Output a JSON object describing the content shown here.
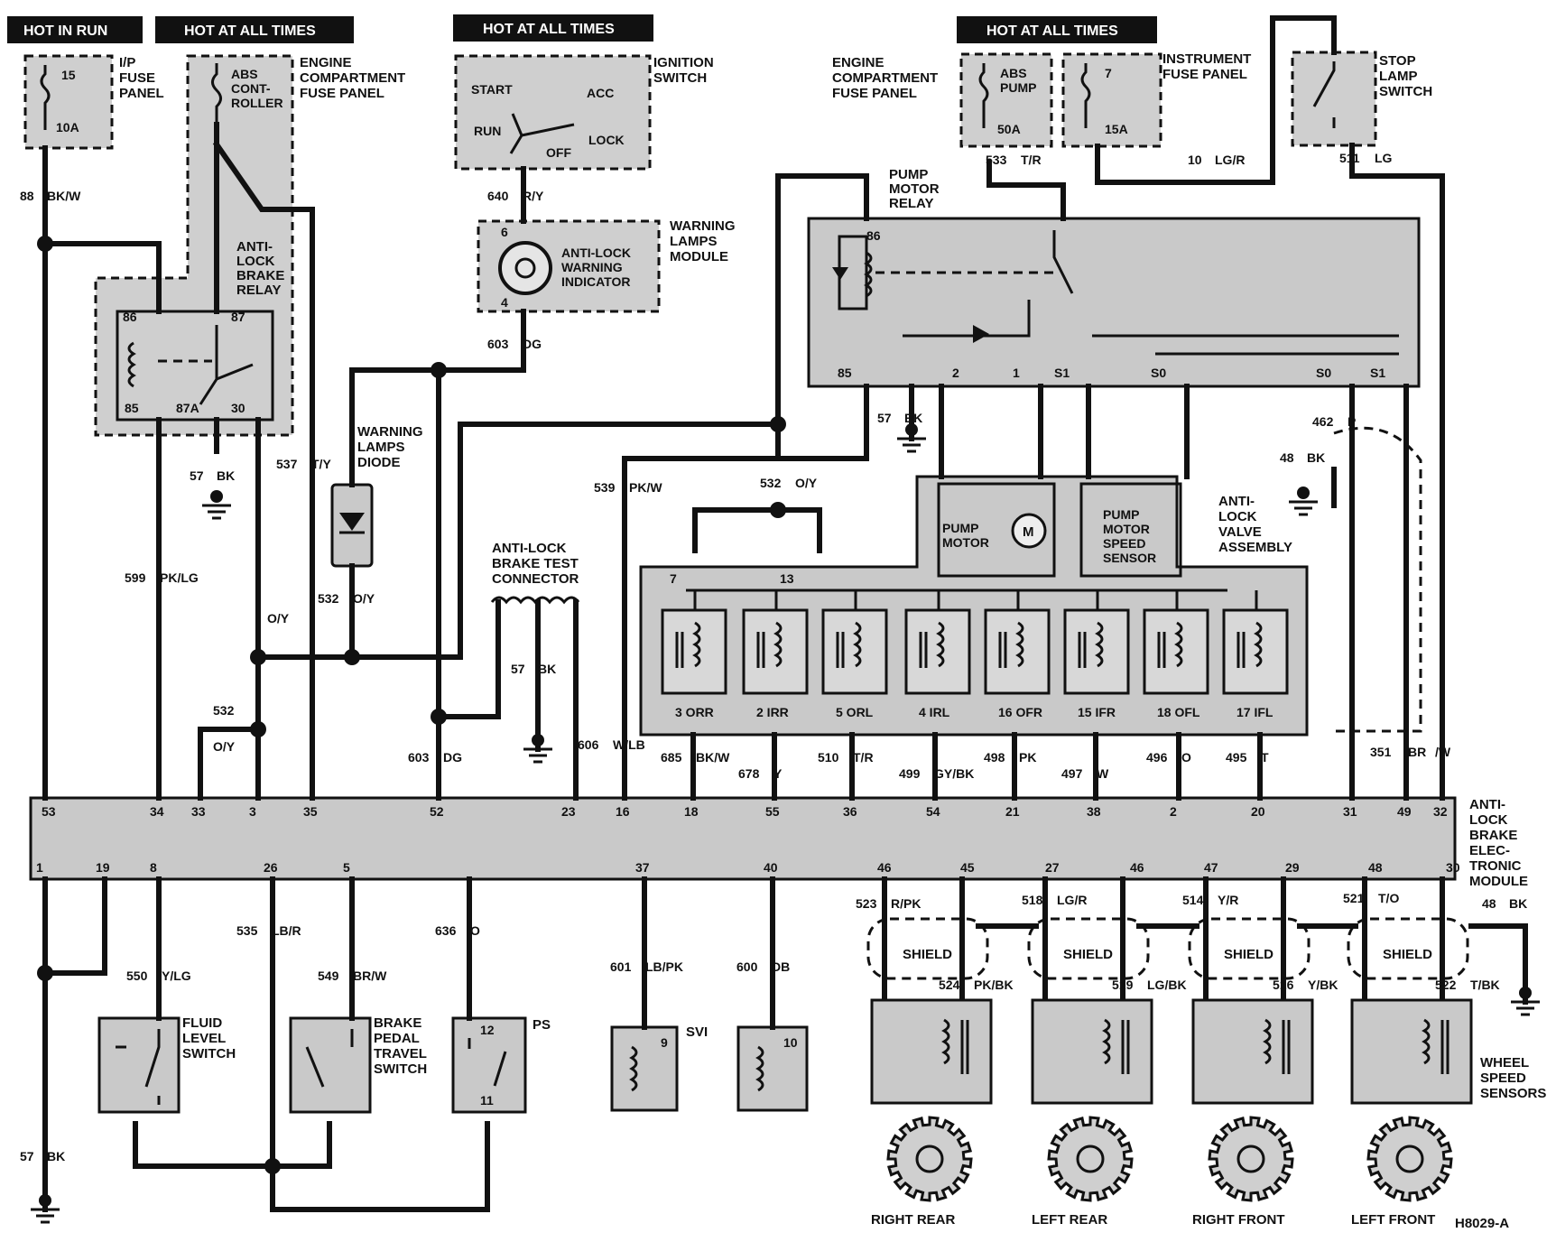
{
  "headers": {
    "hot_in_run": "HOT IN RUN",
    "hot_at_all_times_1": "HOT AT ALL TIMES",
    "hot_at_all_times_2": "HOT AT ALL TIMES",
    "hot_at_all_times_3": "HOT AT ALL TIMES"
  },
  "components": {
    "ip_fuse_panel": [
      "I/P",
      "FUSE",
      "PANEL"
    ],
    "ip_fuse": [
      "15",
      "10A"
    ],
    "eng_fuse_panel_1": [
      "ENGINE",
      "COMPARTMENT",
      "FUSE PANEL"
    ],
    "abs_controller_fuse": [
      "ABS",
      "CONT-",
      "ROLLER"
    ],
    "abs_relay": [
      "ANTI-",
      "LOCK",
      "BRAKE",
      "RELAY"
    ],
    "abs_relay_pins": [
      "86",
      "87",
      "85",
      "87A",
      "30"
    ],
    "ignition_switch": [
      "IGNITION",
      "SWITCH"
    ],
    "ignition_positions": [
      "START",
      "ACC",
      "RUN",
      "OFF",
      "LOCK"
    ],
    "warning_lamps_module": [
      "WARNING",
      "LAMPS",
      "MODULE"
    ],
    "warning_indicator": [
      "ANTI-LOCK",
      "WARNING",
      "INDICATOR"
    ],
    "warning_pins": [
      "6",
      "4"
    ],
    "warning_lamps_diode": [
      "WARNING",
      "LAMPS",
      "DIODE"
    ],
    "test_connector": [
      "ANTI-LOCK",
      "BRAKE TEST",
      "CONNECTOR"
    ],
    "eng_fuse_panel_2": [
      "ENGINE",
      "COMPARTMENT",
      "FUSE PANEL"
    ],
    "abs_pump_fuse": [
      "ABS",
      "PUMP",
      "50A"
    ],
    "instrument_fuse_panel": [
      "INSTRUMENT",
      "FUSE PANEL"
    ],
    "instrument_fuse": [
      "7",
      "15A"
    ],
    "stop_lamp_switch": [
      "STOP",
      "LAMP",
      "SWITCH"
    ],
    "pump_motor_relay": [
      "PUMP",
      "MOTOR",
      "RELAY"
    ],
    "pump_relay_pins": [
      "86",
      "85",
      "2",
      "1",
      "S1",
      "S0",
      "S0",
      "S1"
    ],
    "pump_motor": [
      "PUMP",
      "MOTOR"
    ],
    "motor_symbol": "M",
    "pump_speed_sensor": [
      "PUMP",
      "MOTOR",
      "SPEED",
      "SENSOR"
    ],
    "valve_assembly": [
      "ANTI-",
      "LOCK",
      "VALVE",
      "ASSEMBLY"
    ],
    "valve_pins_top": [
      "7",
      "13"
    ],
    "valve_coils": [
      "3 ORR",
      "2 IRR",
      "5 ORL",
      "4 IRL",
      "16 OFR",
      "15 IFR",
      "18 OFL",
      "17 IFL"
    ],
    "module": [
      "ANTI-",
      "LOCK",
      "BRAKE",
      "ELEC-",
      "TRONIC",
      "MODULE"
    ],
    "module_pins_top": [
      "53",
      "34",
      "33",
      "3",
      "35",
      "52",
      "23",
      "16",
      "18",
      "55",
      "36",
      "54",
      "21",
      "38",
      "2",
      "20",
      "31",
      "49",
      "32"
    ],
    "module_pins_bottom": [
      "1",
      "19",
      "8",
      "26",
      "5",
      "37",
      "40",
      "46",
      "45",
      "27",
      "46",
      "47",
      "29",
      "48",
      "30"
    ],
    "fluid_level_switch": [
      "FLUID",
      "LEVEL",
      "SWITCH"
    ],
    "brake_pedal_switch": [
      "BRAKE",
      "PEDAL",
      "TRAVEL",
      "SWITCH"
    ],
    "ps": "PS",
    "ps_pins": [
      "12",
      "11"
    ],
    "svi": "SVI",
    "svi_pin": "9",
    "coil_pin_10": "10",
    "wheel_speed_sensors": [
      "WHEEL",
      "SPEED",
      "SENSORS"
    ],
    "shield": "SHIELD",
    "wheels": [
      "RIGHT REAR",
      "LEFT REAR",
      "RIGHT FRONT",
      "LEFT FRONT"
    ],
    "drawing_no": "H8029-A"
  },
  "wires": {
    "w88": [
      "88",
      "BK/W"
    ],
    "w599": [
      "599",
      "PK/LG"
    ],
    "w57a": [
      "57",
      "BK"
    ],
    "w537": [
      "537",
      "T/Y"
    ],
    "w_oy": [
      "O/Y"
    ],
    "w532a": [
      "532",
      "O/Y"
    ],
    "w532b": [
      "532"
    ],
    "w_oy2": [
      "O/Y"
    ],
    "w640": [
      "640",
      "R/Y"
    ],
    "w603a": [
      "603",
      "DG"
    ],
    "w603b": [
      "603",
      "DG"
    ],
    "w57b": [
      "57",
      "BK"
    ],
    "w606": [
      "606",
      "W/LB"
    ],
    "w539": [
      "539",
      "PK/W"
    ],
    "w532c": [
      "532",
      "O/Y"
    ],
    "w57c": [
      "57",
      "BK"
    ],
    "w533": [
      "533",
      "T/R"
    ],
    "w10": [
      "10",
      "LG/R"
    ],
    "w511": [
      "511",
      "LG"
    ],
    "w462": [
      "462",
      "P"
    ],
    "w48a": [
      "48",
      "BK"
    ],
    "w351": [
      "351"
    ],
    "w_brw": [
      "BR",
      "/W"
    ],
    "w685": [
      "685",
      "BK/W"
    ],
    "w678": [
      "678",
      "Y"
    ],
    "w510": [
      "510",
      "T/R"
    ],
    "w499": [
      "499",
      "GY/BK"
    ],
    "w498": [
      "498",
      "PK"
    ],
    "w497": [
      "497",
      "W"
    ],
    "w496": [
      "496",
      "O"
    ],
    "w495": [
      "495",
      "T"
    ],
    "w550": [
      "550",
      "Y/LG"
    ],
    "w535": [
      "535",
      "LB/R"
    ],
    "w549": [
      "549",
      "BR/W"
    ],
    "w636": [
      "636",
      "O"
    ],
    "w601": [
      "601",
      "LB/PK"
    ],
    "w600": [
      "600",
      "DB"
    ],
    "w57d": [
      "57",
      "BK"
    ],
    "w523": [
      "523",
      "R/PK"
    ],
    "w524": [
      "524",
      "PK/BK"
    ],
    "w518": [
      "518",
      "LG/R"
    ],
    "w519": [
      "519",
      "LG/BK"
    ],
    "w514": [
      "514",
      "Y/R"
    ],
    "w516": [
      "516",
      "Y/BK"
    ],
    "w521": [
      "521",
      "T/O"
    ],
    "w522": [
      "522",
      "T/BK"
    ],
    "w48b": [
      "48",
      "BK"
    ]
  }
}
